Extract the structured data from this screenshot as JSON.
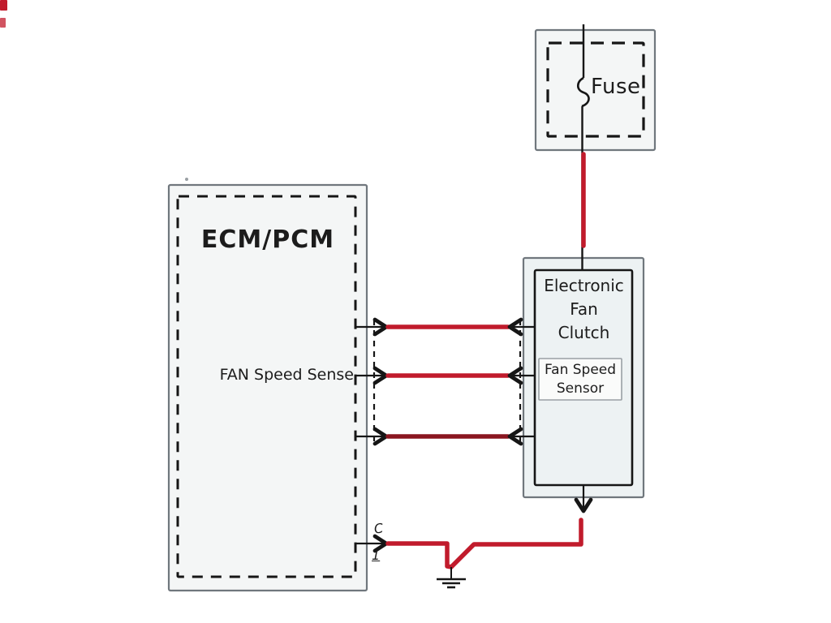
{
  "fuse": {
    "label": "Fuse"
  },
  "ecm": {
    "label": "ECM/PCM",
    "fan_speed_sense_label": "FAN Speed Sense",
    "ground_pin": {
      "connector_label": "C",
      "pin_number": "1"
    }
  },
  "fan_clutch": {
    "label_lines": [
      "Electronic",
      "Fan",
      "Clutch"
    ],
    "sensor_lines": [
      "Fan Speed",
      "Sensor"
    ]
  },
  "colors": {
    "page_bg": "#ffffff",
    "wire_red": "#c11b2c",
    "wire_dark_red": "#8a1620",
    "line_black": "#161616",
    "box_border_gray": "#70777d",
    "box_fill_light": "#f4f6f6",
    "box_fill_blue": "#edf2f3",
    "sensor_fill": "#fafbfa",
    "text": "#1c1c1c"
  }
}
